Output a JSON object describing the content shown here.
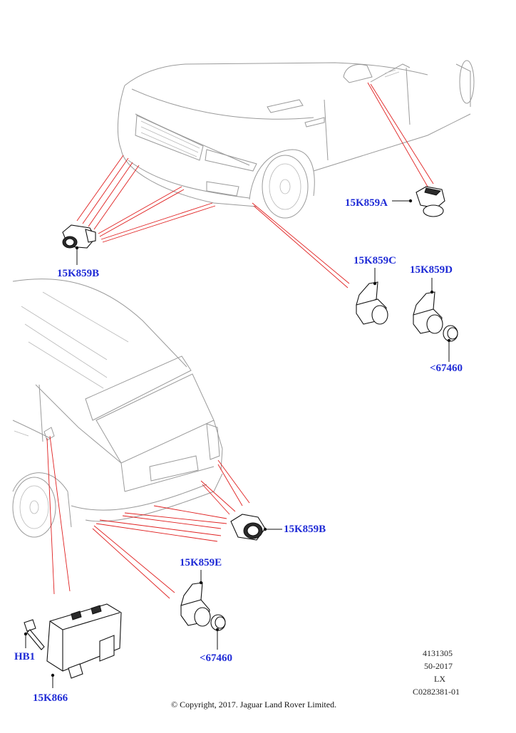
{
  "callouts": {
    "front_mirror_sensor": "15K859A",
    "front_bumper_sensor": "15K859B",
    "front_sensor_c": "15K859C",
    "front_sensor_d": "15K859D",
    "front_sensor_ring": "<67460",
    "rear_bumper_sensor": "15K859B",
    "rear_sensor_e": "15K859E",
    "rear_sensor_ring": "<67460",
    "bolt": "HB1",
    "control_module": "15K866"
  },
  "reference": {
    "line1": "4131305",
    "line2": "50-2017",
    "line3": "LX",
    "line4": "C0282381-01"
  },
  "copyright": "© Copyright, 2017. Jaguar Land Rover Limited.",
  "colors": {
    "callout": "#1f2bd6",
    "leader_red": "#e02020",
    "outline": "#9a9a9a"
  }
}
